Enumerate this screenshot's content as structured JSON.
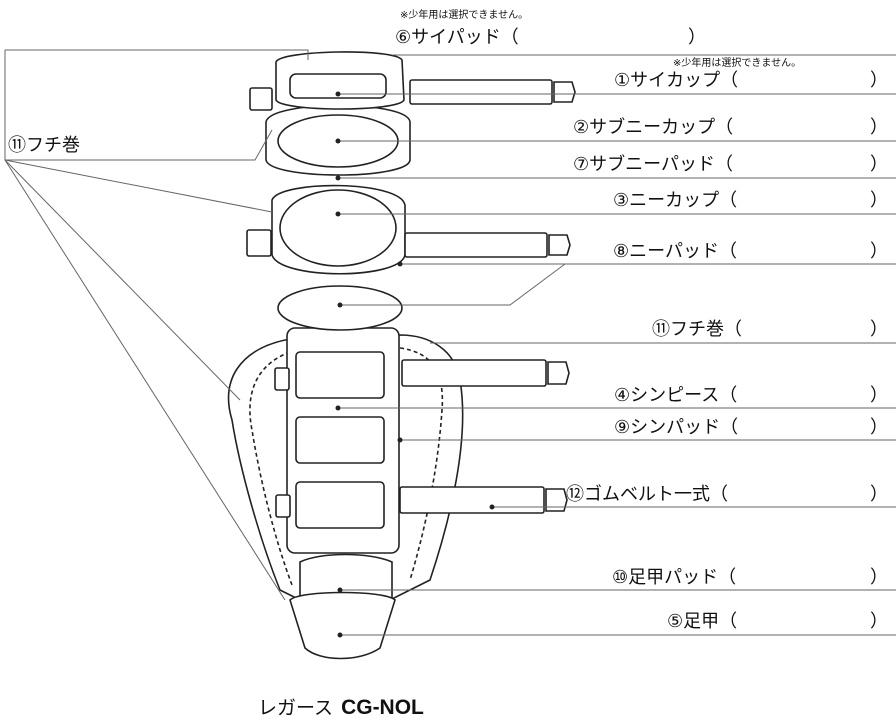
{
  "notes": {
    "top_note": "※少年用は選択できません。",
    "second_note": "※少年用は選択できません。"
  },
  "labels": {
    "thigh_pad": "⑥サイパッド（",
    "thigh_cup": "①サイカップ（",
    "subknee_cup": "②サブニーカップ（",
    "subknee_pad": "⑦サブニーパッド（",
    "knee_cup": "③ニーカップ（",
    "knee_pad": "⑧ニーパッド（",
    "binding_left": "⑪フチ巻",
    "binding_right": "⑪フチ巻（",
    "shin_piece": "④シンピース（",
    "shin_pad": "⑨シンパッド（",
    "rubber_belt": "⑫ゴムベルト一式（",
    "instep_pad": "⑩足甲パッド（",
    "instep": "⑤足甲（",
    "close_paren": "）"
  },
  "product": {
    "name": "レガース",
    "model": "CG-NOL"
  }
}
